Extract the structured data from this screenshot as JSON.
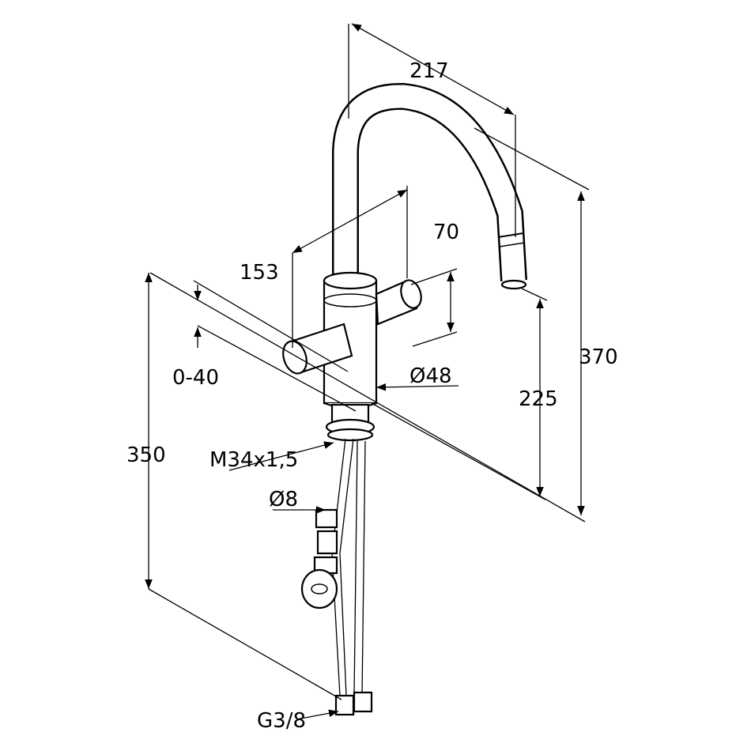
{
  "dimensions": {
    "spout_reach": "217",
    "handle_height": "70",
    "handle_span": "153",
    "total_height": "370",
    "spout_height": "225",
    "deck_thickness": "0-40",
    "body_diameter": "Ø48",
    "hose_length": "350",
    "thread": "M34x1,5",
    "hose_diameter": "Ø8",
    "connection": "G3/8"
  },
  "colors": {
    "line": "#000000",
    "background": "#ffffff"
  }
}
